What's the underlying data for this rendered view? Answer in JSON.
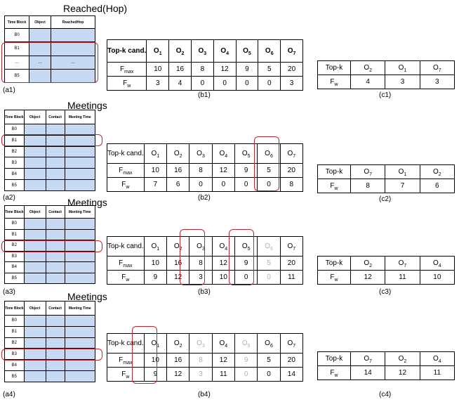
{
  "headings": {
    "h1": "Reached(Hop)",
    "h2": "Meetings",
    "h3": "Meetings",
    "h4": "Meetings"
  },
  "db1": {
    "headers": [
      "Time Block",
      "Object",
      "ReachedHop"
    ],
    "rows": [
      [
        "B0",
        "",
        ""
      ],
      [
        "B1",
        "",
        ""
      ],
      [
        "...",
        "...",
        "..."
      ],
      [
        "B5",
        "",
        ""
      ]
    ]
  },
  "db_meet": {
    "headers": [
      "Time Block",
      "Object",
      "Contact",
      "Meeting Time"
    ],
    "rows": [
      "B0",
      "B1",
      "B2",
      "B3",
      "B4",
      "B5"
    ]
  },
  "cand": {
    "header_row1": "Top-k cand.",
    "fmax_row_label": "Fmax",
    "fw_row_label": "Fw",
    "objects": [
      "O1",
      "O2",
      "O3",
      "O4",
      "O5",
      "O6",
      "O7"
    ],
    "fmax_values": [
      "10",
      "16",
      "8",
      "12",
      "9",
      "5",
      "20"
    ]
  },
  "fw": {
    "b1": [
      "3",
      "4",
      "0",
      "0",
      "0",
      "0",
      "3"
    ],
    "b2": [
      "7",
      "6",
      "0",
      "0",
      "0",
      "0",
      "8"
    ],
    "b3": [
      "9",
      "12",
      "3",
      "10",
      "0",
      "0",
      "11"
    ],
    "b4": [
      "9",
      "12",
      "3",
      "11",
      "0",
      "0",
      "14"
    ]
  },
  "topk": {
    "row1_label": "Top-k",
    "row2_label": "Fw",
    "c1": {
      "objs": [
        "O2",
        "O1",
        "O7"
      ],
      "vals": [
        "4",
        "3",
        "3"
      ]
    },
    "c2": {
      "objs": [
        "O7",
        "O1",
        "O2"
      ],
      "vals": [
        "8",
        "7",
        "6"
      ]
    },
    "c3": {
      "objs": [
        "O2",
        "O7",
        "O4"
      ],
      "vals": [
        "12",
        "11",
        "10"
      ]
    },
    "c4": {
      "objs": [
        "O7",
        "O2",
        "O4"
      ],
      "vals": [
        "14",
        "12",
        "11"
      ]
    }
  },
  "panel_labels": {
    "a1": "(a1)",
    "b1": "(b1)",
    "c1": "(c1)",
    "a2": "(a2)",
    "b2": "(b2)",
    "c2": "(c2)",
    "a3": "(a3)",
    "b3": "(b3)",
    "c3": "(c3)",
    "a4": "(a4)",
    "b4": "(b4)",
    "c4": "(c4)"
  },
  "colors": {
    "db_fill": "#c7d9f2",
    "highlight": "#c0282d",
    "greyed": "#b0b0b0"
  }
}
